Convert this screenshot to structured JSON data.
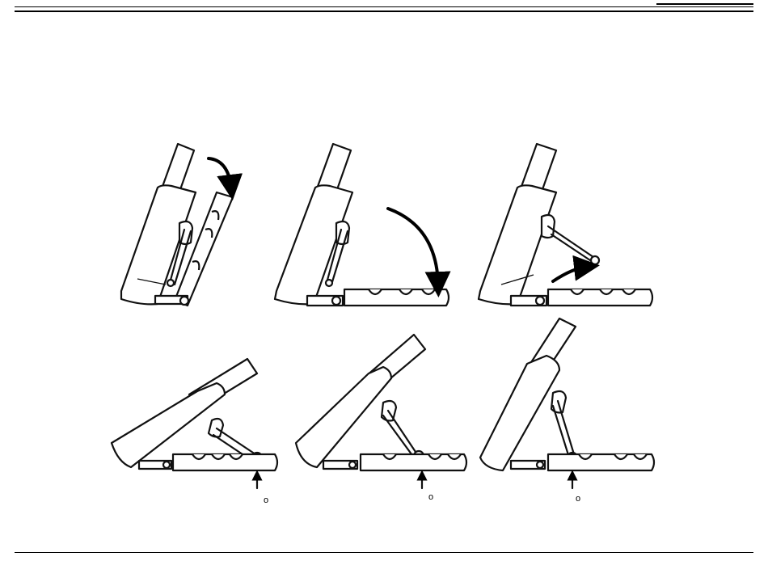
{
  "panels": [
    {
      "id": "step-1",
      "mark": ""
    },
    {
      "id": "step-2",
      "mark": ""
    },
    {
      "id": "step-3",
      "mark": ""
    },
    {
      "id": "angle-1",
      "mark": "o"
    },
    {
      "id": "angle-2",
      "mark": "o"
    },
    {
      "id": "angle-3",
      "mark": "o"
    }
  ],
  "colors": {
    "line": "#111111",
    "background": "#ffffff"
  },
  "icons": [
    "rotate-down-arrow-icon",
    "swing-arrow-icon",
    "raise-arrow-icon",
    "up-arrow-icon"
  ]
}
